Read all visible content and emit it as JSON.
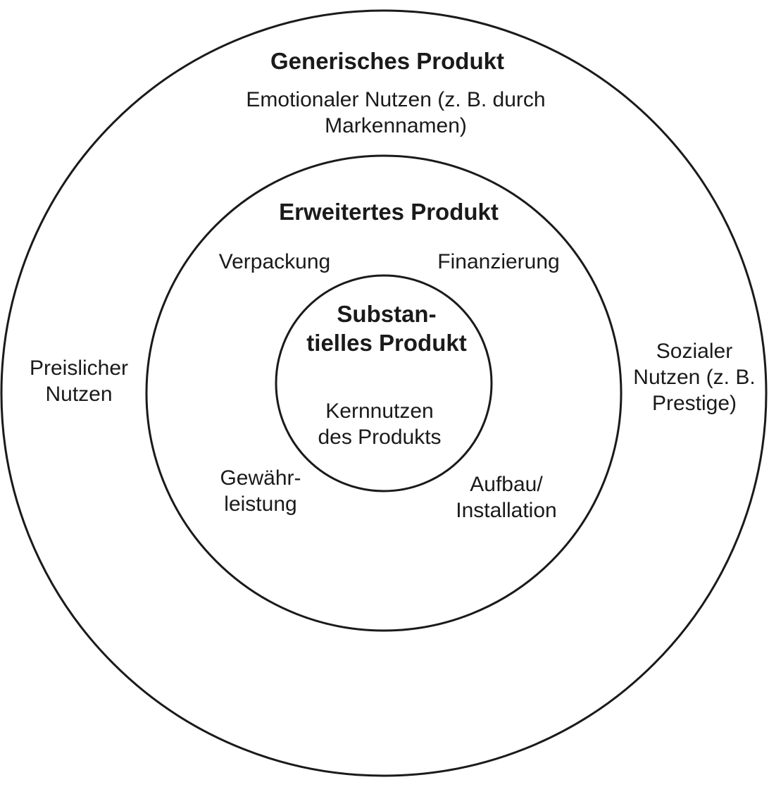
{
  "rings": {
    "outer": {
      "title": "Generisches Produkt",
      "items": {
        "top": "Emotionaler Nutzen (z. B. durch\nMarkennamen)",
        "left": "Preislicher\nNutzen",
        "right": "Sozialer\nNutzen (z. B.\nPrestige)"
      }
    },
    "middle": {
      "title": "Erweitertes Produkt",
      "items": {
        "top_left": "Verpackung",
        "top_right": "Finanzierung",
        "bottom_left": "Gewähr-\nleistung",
        "bottom_right": "Aufbau/\nInstallation"
      }
    },
    "inner": {
      "title": "Substan-\ntielles Produkt",
      "core": "Kernnutzen\ndes Produkts"
    }
  },
  "colors": {
    "stroke": "#1a1a1a",
    "background": "#ffffff",
    "text": "#1a1a1a"
  }
}
